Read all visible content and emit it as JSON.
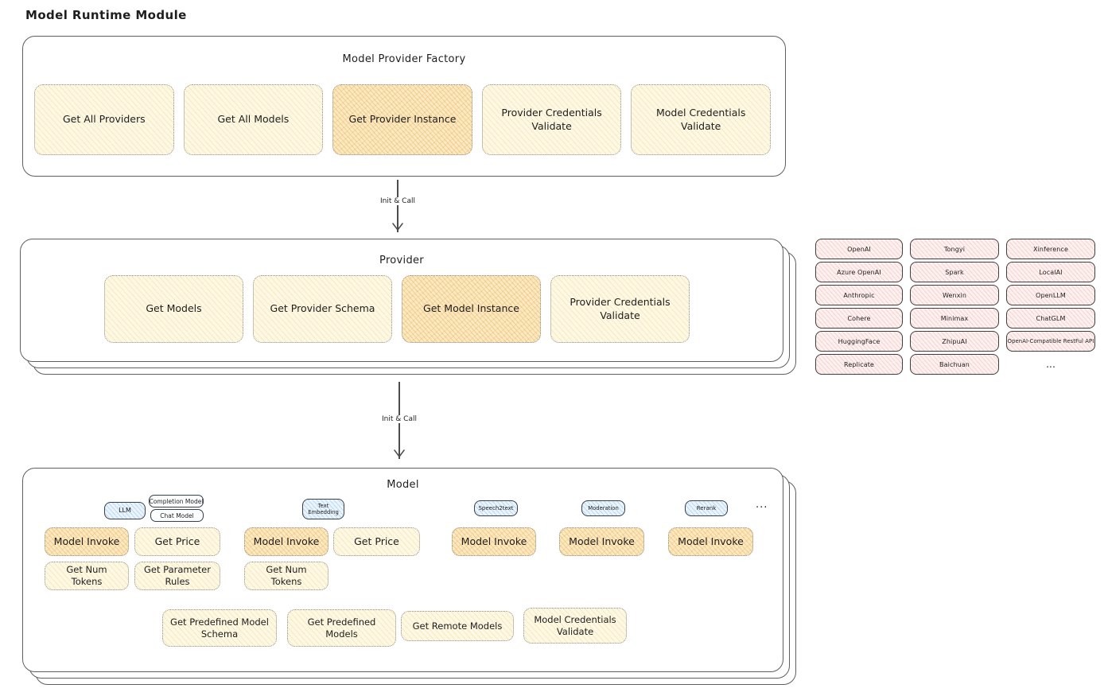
{
  "page": {
    "title": "Model Runtime Module"
  },
  "factory": {
    "title": "Model Provider Factory",
    "methods": [
      {
        "label": "Get All Providers",
        "highlight": false
      },
      {
        "label": "Get All Models",
        "highlight": false
      },
      {
        "label": "Get Provider Instance",
        "highlight": true
      },
      {
        "label": "Provider Credentials Validate",
        "highlight": false
      },
      {
        "label": "Model Credentials Validate",
        "highlight": false
      }
    ]
  },
  "arrows": [
    {
      "label": "Init & Call"
    },
    {
      "label": "Init & Call"
    }
  ],
  "provider": {
    "title": "Provider",
    "methods": [
      {
        "label": "Get Models",
        "highlight": false
      },
      {
        "label": "Get Provider Schema",
        "highlight": false
      },
      {
        "label": "Get Model Instance",
        "highlight": true
      },
      {
        "label": "Provider Credentials Validate",
        "highlight": false
      }
    ]
  },
  "providers_grid": {
    "items": [
      "OpenAI",
      "Tongyi",
      "Xinference",
      "Azure OpenAI",
      "Spark",
      "LocalAI",
      "Anthropic",
      "Wenxin",
      "OpenLLM",
      "Cohere",
      "Minimax",
      "ChatGLM",
      "HuggingFace",
      "ZhipuAI",
      "OpenAI-Compatible RestFul API",
      "Replicate",
      "Baichuan"
    ],
    "more": "..."
  },
  "model": {
    "title": "Model",
    "groups": [
      {
        "tag": "LLM",
        "subtags": [
          "Completion Model",
          "Chat Model"
        ],
        "methods": [
          "Model Invoke",
          "Get Price",
          "Get Num Tokens",
          "Get Parameter Rules"
        ]
      },
      {
        "tag": "Text Embedding",
        "methods": [
          "Model Invoke",
          "Get Price",
          "Get Num Tokens"
        ]
      },
      {
        "tag": "Speech2text",
        "methods": [
          "Model Invoke"
        ]
      },
      {
        "tag": "Moderation",
        "methods": [
          "Model Invoke"
        ]
      },
      {
        "tag": "Rerank",
        "methods": [
          "Model Invoke"
        ]
      }
    ],
    "more": "...",
    "common_methods": [
      "Get Predefined Model Schema",
      "Get Predefined Models",
      "Get Remote Models",
      "Model Credentials Validate"
    ]
  },
  "colors": {
    "node_yellow": "#fdf8e4",
    "node_highlight": "#fbe9c2",
    "provider_pink": "#fdf1f0",
    "tag_blue": "#eaf4fc",
    "stroke": "#5f5f5f"
  }
}
